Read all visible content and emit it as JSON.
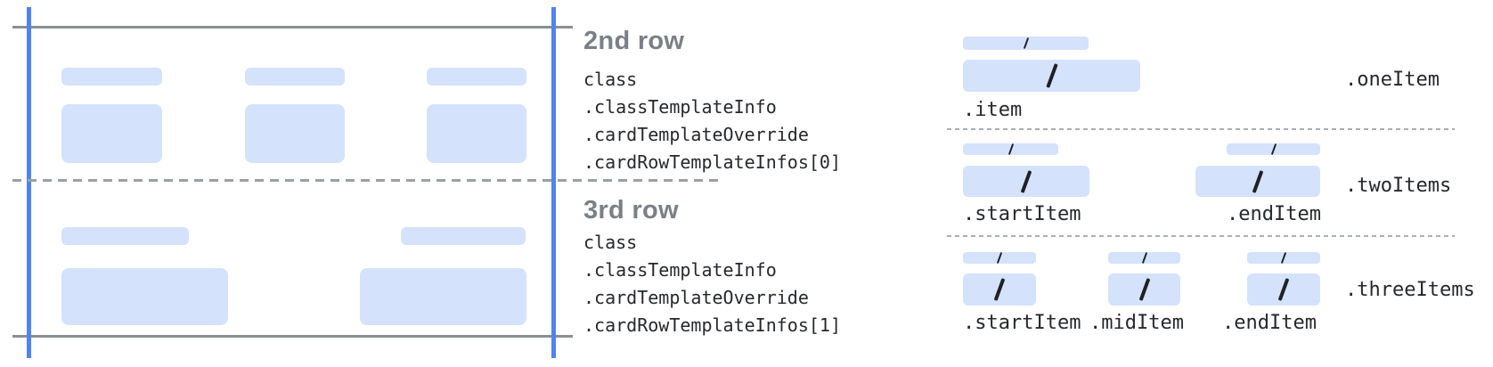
{
  "colors": {
    "accent_blue": "#4f84ee",
    "bar_fill": "#d5e2fb",
    "line_gray": "#8a8f94",
    "dash_gray": "#9aa0a6",
    "dotted_gray": "#a9aeb3",
    "heading_gray": "#7b8086",
    "code_text": "#26282b",
    "slash_dark": "#1f2124"
  },
  "left_card": {
    "rows": [
      {
        "name": "2nd row",
        "item_count": 3
      },
      {
        "name": "3rd row",
        "item_count": 2
      }
    ],
    "annotations": [
      {
        "title": "2nd row",
        "path_lines": [
          "class",
          ".classTemplateInfo",
          ".cardTemplateOverride",
          ".cardRowTemplateInfos[0]"
        ]
      },
      {
        "title": "3rd row",
        "path_lines": [
          "class",
          ".classTemplateInfo",
          ".cardTemplateOverride",
          ".cardRowTemplateInfos[1]"
        ]
      }
    ]
  },
  "right_panel": {
    "sections": [
      {
        "label": ".oneItem",
        "item_labels": [
          ".item"
        ]
      },
      {
        "label": ".twoItems",
        "item_labels": [
          ".startItem",
          ".endItem"
        ]
      },
      {
        "label": ".threeItems",
        "item_labels": [
          ".startItem",
          ".midItem",
          ".endItem"
        ]
      }
    ]
  }
}
